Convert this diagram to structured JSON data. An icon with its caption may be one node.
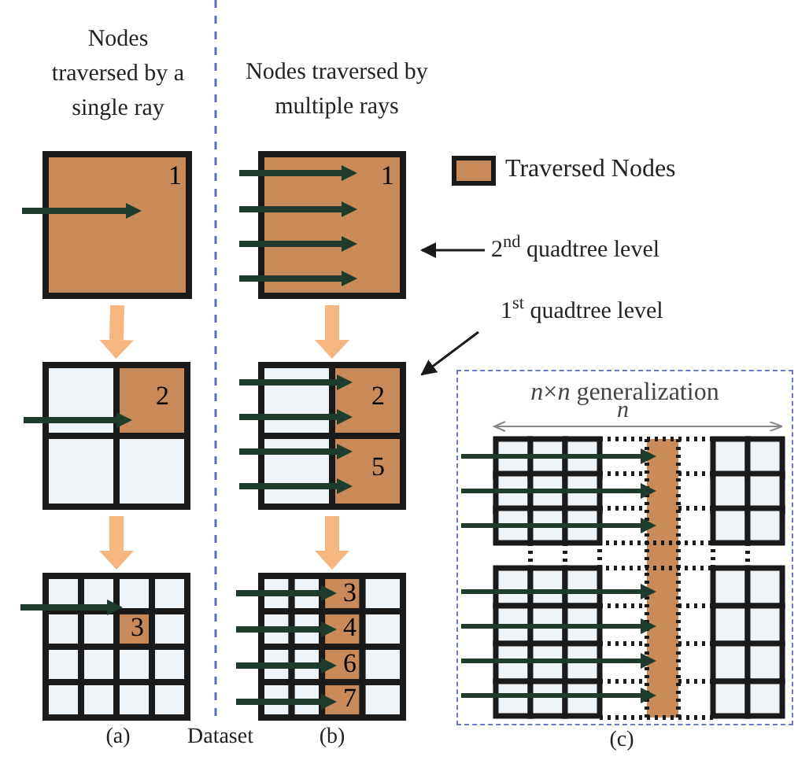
{
  "diagram": {
    "nodes": [
      {
        "text": [
          "1"
        ]
      },
      {
        "text": [
          "2"
        ]
      },
      {
        "text": [
          "3"
        ]
      },
      {
        "text": [
          "1"
        ]
      },
      {
        "text": [
          "2",
          "5"
        ]
      },
      {
        "text": [
          "3",
          "4",
          "6",
          "7"
        ]
      },
      {
        "text": [
          "2$^{nd}$ quadtree level"
        ]
      },
      {
        "text": [
          "1$^{st}$ quadtree level"
        ]
      },
      {
        "text": [
          "*n*×*n* generalization"
        ]
      }
    ],
    "edges": [
      {
        "from": 0,
        "to": 1,
        "arrow": "to",
        "color": "#f5b77f"
      },
      {
        "from": 1,
        "to": 2,
        "arrow": "to",
        "color": "#f5b77f"
      },
      {
        "from": 3,
        "to": 4,
        "arrow": "to",
        "color": "#f5b77f"
      },
      {
        "from": 4,
        "to": 5,
        "arrow": "to",
        "color": "#f5b77f"
      },
      {
        "from": 6,
        "to": 3,
        "arrow": "to",
        "color": "#1a1a1a"
      },
      {
        "from": 7,
        "to": 4,
        "arrow": "to",
        "color": "#1a1a1a"
      }
    ],
    "labels": [
      "Nodes traversed by a single ray",
      "Nodes traversed by multiple rays",
      "n",
      "(a)",
      "Dataset",
      "(b)",
      "(c)"
    ],
    "legend": [
      {
        "text": "Traversed Nodes",
        "color": "#c98a5a"
      }
    ]
  }
}
